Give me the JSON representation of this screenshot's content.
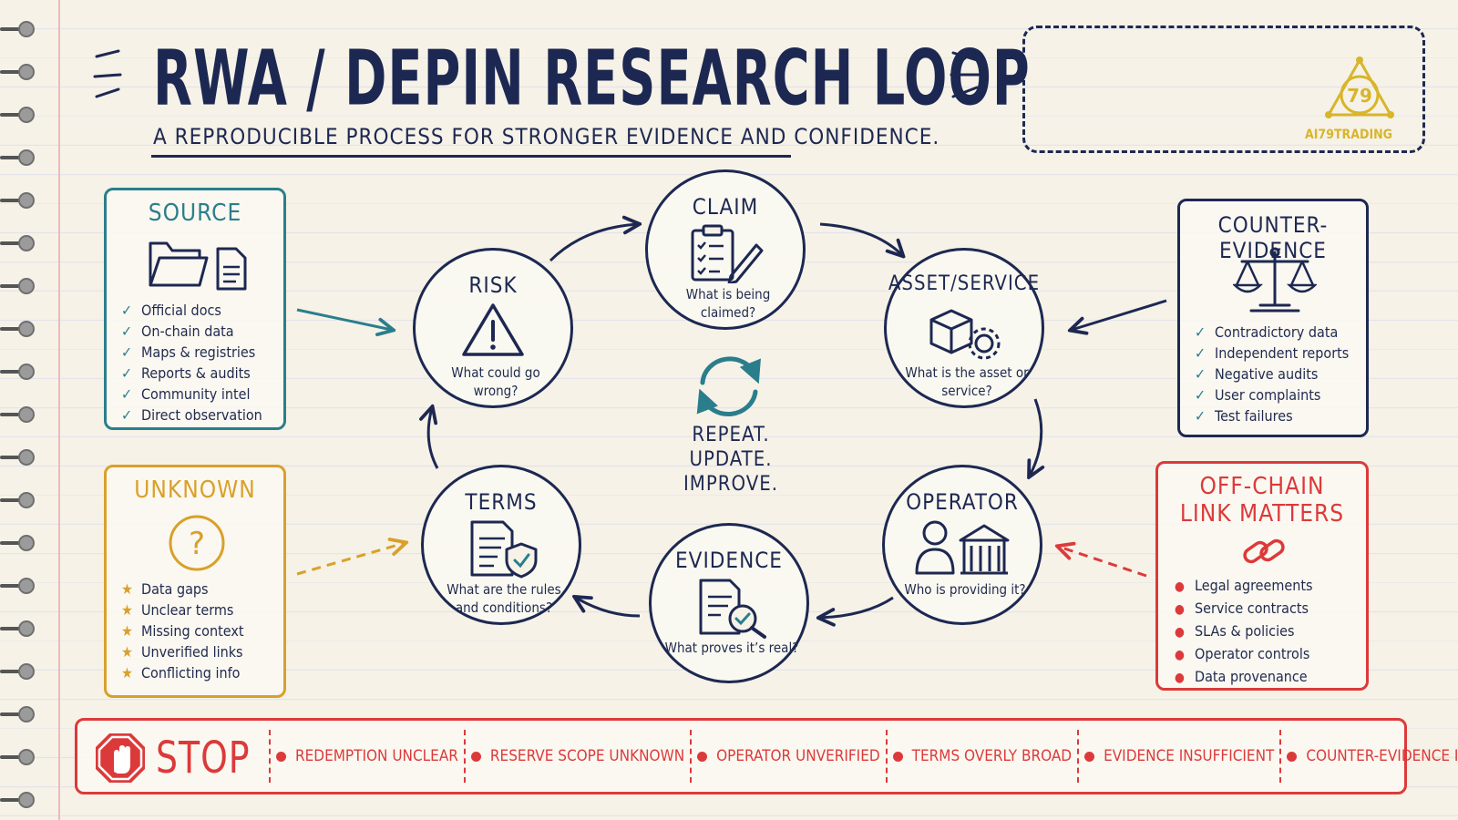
{
  "title": "RWA / DEPIN RESEARCH LOOP",
  "subtitle": "A reproducible process for stronger evidence and confidence.",
  "logo": {
    "text": "AI79TRADING",
    "mark": "79"
  },
  "colors": {
    "navy": "#1d2852",
    "teal": "#2a7e8c",
    "amber": "#d9a02a",
    "red": "#dc3a3a"
  },
  "panels": {
    "source": {
      "title": "Source",
      "icon": "folder-document-icon",
      "items": [
        "Official docs",
        "On-chain data",
        "Maps & registries",
        "Reports & audits",
        "Community intel",
        "Direct observation"
      ]
    },
    "unknown": {
      "title": "Unknown",
      "icon": "question-icon",
      "items": [
        "Data gaps",
        "Unclear terms",
        "Missing context",
        "Unverified links",
        "Conflicting info"
      ]
    },
    "counter_evidence": {
      "title": "Counter-Evidence",
      "icon": "scales-icon",
      "items": [
        "Contradictory data",
        "Independent reports",
        "Negative audits",
        "User complaints",
        "Test failures"
      ]
    },
    "off_chain": {
      "title_line1": "Off-Chain",
      "title_line2": "Link Matters",
      "icon": "chain-link-icon",
      "items": [
        "Legal agreements",
        "Service contracts",
        "SLAs & policies",
        "Operator controls",
        "Data provenance"
      ]
    }
  },
  "loop": {
    "claim": {
      "title": "Claim",
      "question": "What is being claimed?",
      "icon": "clipboard-pencil-icon"
    },
    "asset": {
      "title": "Asset/Service",
      "question": "What is the asset or service?",
      "icon": "cube-gear-icon"
    },
    "operator": {
      "title": "Operator",
      "question": "Who is providing it?",
      "icon": "person-building-icon"
    },
    "evidence": {
      "title": "Evidence",
      "question": "What proves it’s real?",
      "icon": "document-magnifier-icon"
    },
    "terms": {
      "title": "Terms",
      "question": "What are the rules and conditions?",
      "icon": "document-shield-icon"
    },
    "risk": {
      "title": "Risk",
      "question": "What could go wrong?",
      "icon": "warning-icon"
    },
    "center": {
      "line1": "Repeat.",
      "line2": "Update.",
      "line3": "Improve.",
      "icon": "cycle-arrows-icon"
    }
  },
  "stop_bar": {
    "label": "STOP",
    "icon": "stop-hand-icon",
    "items": [
      "Redemption unclear",
      "Reserve scope unknown",
      "Operator unverified",
      "Terms overly broad",
      "Evidence insufficient",
      "Counter-evidence ignored"
    ]
  }
}
